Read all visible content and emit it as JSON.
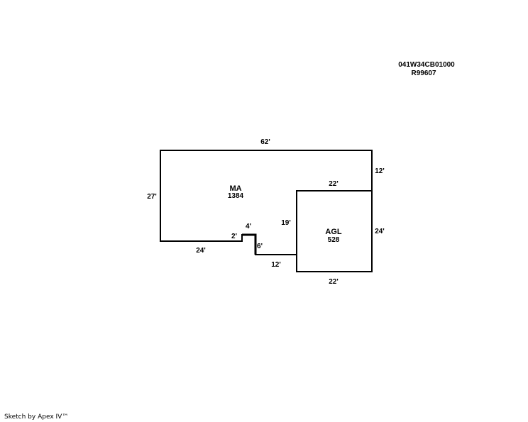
{
  "header": {
    "parcel_id": "041W34CB01000",
    "account": "R99607"
  },
  "areas": [
    {
      "code": "MA",
      "sqft": "1384"
    },
    {
      "code": "AGL",
      "sqft": "528"
    }
  ],
  "dimensions": {
    "ma_top": "62'",
    "ma_right_upper": "12'",
    "ma_left": "27'",
    "ma_bottom": "24'",
    "ma_step_up": "2'",
    "ma_step_top": "4'",
    "ma_step_down": "6'",
    "ma_bottom_right": "12'",
    "agl_top": "22'",
    "agl_left": "19'",
    "agl_right": "24'",
    "agl_bottom": "22'"
  },
  "footer": {
    "credit": "Sketch by Apex IV™"
  }
}
